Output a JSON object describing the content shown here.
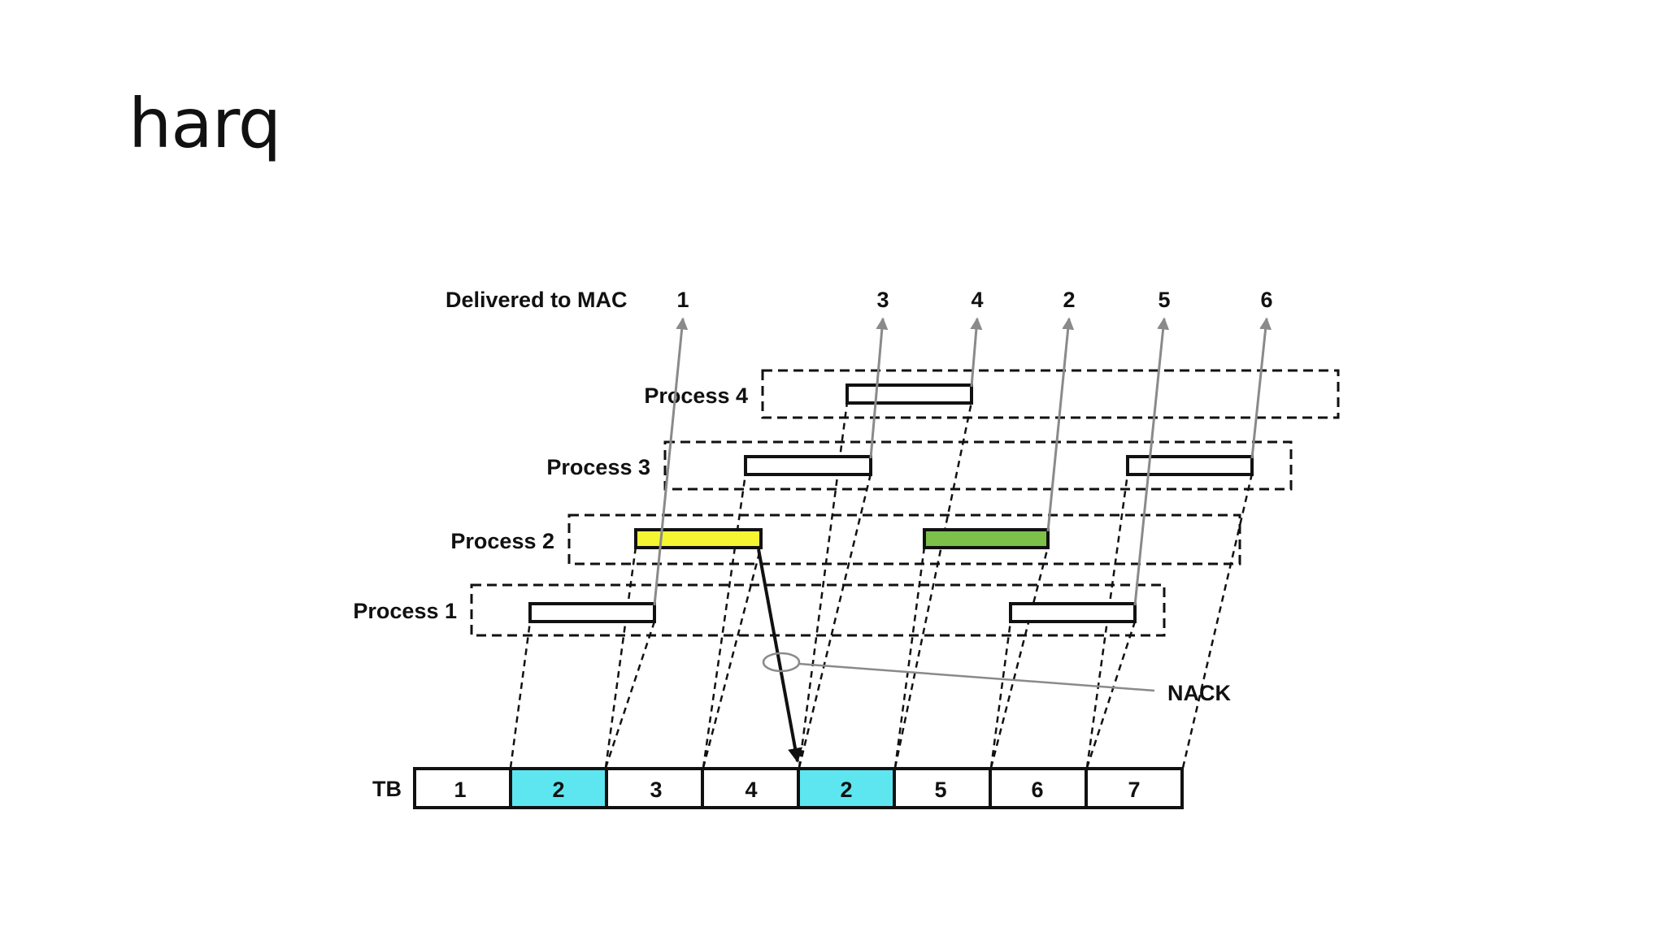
{
  "slide": {
    "title": "harq"
  },
  "diagram": {
    "delivered_label": "Delivered to MAC",
    "delivered_order": [
      "1",
      "3",
      "4",
      "2",
      "5",
      "6"
    ],
    "processes": [
      "Process 4",
      "Process 3",
      "Process 2",
      "Process 1"
    ],
    "tb_label": "TB",
    "tb_cells": [
      "1",
      "2",
      "3",
      "4",
      "2",
      "5",
      "6",
      "7"
    ],
    "nack_label": "NACK",
    "colors": {
      "retransmission_cell": "#5ee6f0",
      "failed_block": "#f5f532",
      "succeeded_retransmission_block": "#7cc04a",
      "arrow": "#8a8a8a"
    }
  }
}
